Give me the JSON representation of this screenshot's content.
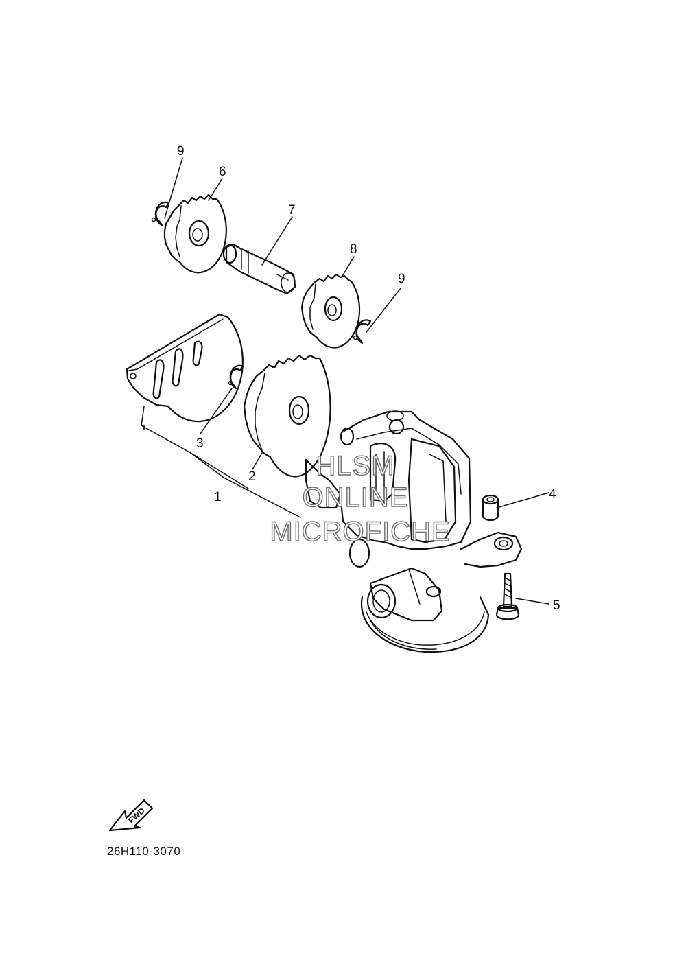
{
  "diagram": {
    "callouts": [
      {
        "id": "c9a",
        "label": "9"
      },
      {
        "id": "c6",
        "label": "6"
      },
      {
        "id": "c7",
        "label": "7"
      },
      {
        "id": "c8",
        "label": "8"
      },
      {
        "id": "c9b",
        "label": "9"
      },
      {
        "id": "c3",
        "label": "3"
      },
      {
        "id": "c2",
        "label": "2"
      },
      {
        "id": "c1",
        "label": "1"
      },
      {
        "id": "c4",
        "label": "4"
      },
      {
        "id": "c5",
        "label": "5"
      }
    ],
    "watermark": {
      "line1": "HLSM",
      "line2": "ONLINE",
      "line3": "MICROFICHE"
    },
    "fwd_label": "FWD",
    "diagram_code": "26H110-3070"
  }
}
